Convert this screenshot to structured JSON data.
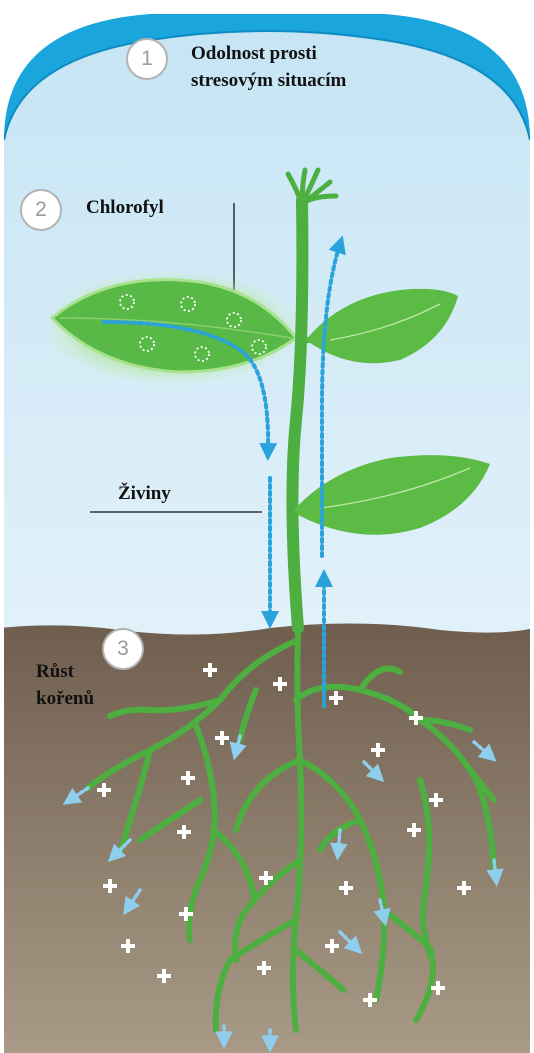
{
  "labels": {
    "stress_line1": "Odolnost prosti",
    "stress_line2": "stresovým situacím",
    "chlorophyll": "Chlorofyl",
    "nutrients": "Živiny",
    "roots_line1": "Růst",
    "roots_line2": "kořenů"
  },
  "badges": {
    "one": "1",
    "two": "2",
    "three": "3"
  },
  "colors": {
    "sky_top": "#cfe9f6",
    "sky_bottom": "#f4fafd",
    "dome": "#1aa6dc",
    "soil": "#7b6a5a",
    "soil_light": "#a2927e",
    "plant": "#4caf3f",
    "leaf": "#5cbb45",
    "flow": "#2aa3dc",
    "arrow": "#8fcfee",
    "plus": "#ffffff"
  },
  "icons": [
    "plus-icon",
    "arrow-down-icon",
    "dotted-flow-arrow-icon"
  ]
}
